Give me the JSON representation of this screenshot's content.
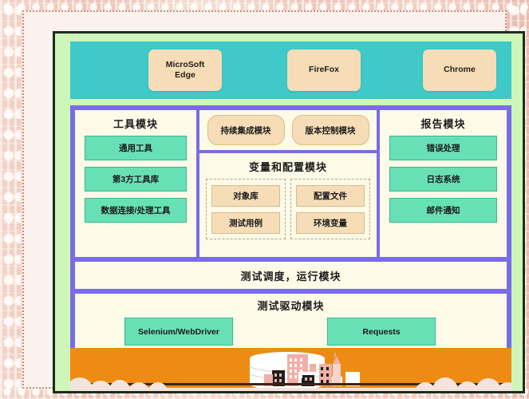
{
  "diagram": {
    "browsers": {
      "items": [
        {
          "label": "MicroSoft\nEdge"
        },
        {
          "label": "FireFox"
        },
        {
          "label": "Chrome"
        }
      ]
    },
    "tools": {
      "title": "工具模块",
      "items": [
        {
          "label": "通用工具"
        },
        {
          "label": "第3方工具库"
        },
        {
          "label": "数据连接/处理工具"
        }
      ]
    },
    "pipeline": {
      "items": [
        {
          "label": "持续集成模块"
        },
        {
          "label": "版本控制模块"
        }
      ]
    },
    "variables": {
      "title": "变量和配置模块",
      "columns": [
        {
          "items": [
            {
              "label": "对象库"
            },
            {
              "label": "测试用例"
            }
          ]
        },
        {
          "items": [
            {
              "label": "配置文件"
            },
            {
              "label": "环境变量"
            }
          ]
        }
      ]
    },
    "reports": {
      "title": "报告模块",
      "items": [
        {
          "label": "错误处理"
        },
        {
          "label": "日志系统"
        },
        {
          "label": "邮件通知"
        }
      ]
    },
    "scheduler": {
      "label": "测试调度，运行模块"
    },
    "driver": {
      "title": "测试驱动模块",
      "items": [
        {
          "label": "Selenium/WebDriver"
        },
        {
          "label": "Requests"
        }
      ]
    },
    "footer": {
      "illustration": "city-skyline-database-illustration"
    },
    "colors": {
      "browser_band": "#3fc9c9",
      "frame_purple": "#7a6ce8",
      "card_background": "#cdf6b8",
      "panel_cream": "#fdfbe8",
      "mint": "#68e0b6",
      "peach": "#f6ddb7",
      "footer_orange": "#ed8b13",
      "border_pink": "#c98d79"
    }
  }
}
